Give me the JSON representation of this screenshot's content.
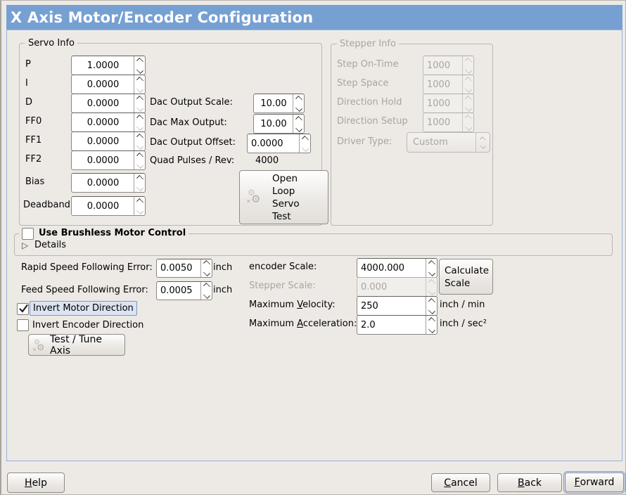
{
  "window": {
    "title": "X Axis Motor/Encoder Configuration"
  },
  "servo": {
    "legend": "Servo Info",
    "rows": [
      {
        "label": "P",
        "value": "1.0000"
      },
      {
        "label": "I",
        "value": "0.0000"
      },
      {
        "label": "D",
        "value": "0.0000"
      },
      {
        "label": "FF0",
        "value": "0.0000"
      },
      {
        "label": "FF1",
        "value": "0.0000"
      },
      {
        "label": "FF2",
        "value": "0.0000"
      },
      {
        "label": "Bias",
        "value": "0.0000"
      },
      {
        "label": "Deadband",
        "value": "0.0000"
      }
    ],
    "dac_rows": [
      {
        "label": "Dac Output Scale:",
        "value": "10.00"
      },
      {
        "label": "Dac Max Output:",
        "value": "10.00"
      },
      {
        "label": "Dac Output Offset:",
        "value": "0.0000"
      }
    ],
    "quad_label": "Quad Pulses / Rev:",
    "quad_value": "4000",
    "open_loop_button": "Open\nLoop\nServo\nTest"
  },
  "stepper": {
    "legend": "Stepper Info",
    "rows": [
      {
        "label": "Step On-Time",
        "value": "1000"
      },
      {
        "label": "Step Space",
        "value": "1000"
      },
      {
        "label": "Direction Hold",
        "value": "1000"
      },
      {
        "label": "Direction Setup",
        "value": "1000"
      }
    ],
    "driver_label": "Driver Type:",
    "driver_value": "Custom"
  },
  "brushless": {
    "title": "Use Brushless Motor Control",
    "checked": false,
    "details": "Details"
  },
  "ferror": {
    "rapid_label": "Rapid Speed Following Error:",
    "rapid_value": "0.0050",
    "rapid_unit": "inch",
    "feed_label": "Feed Speed Following Error:",
    "feed_value": "0.0005",
    "feed_unit": "inch"
  },
  "direction": {
    "invert_motor": "Invert Motor Direction",
    "invert_motor_checked": true,
    "invert_encoder": "Invert Encoder Direction",
    "invert_encoder_checked": false,
    "test_button": "Test / Tune Axis"
  },
  "scale": {
    "encoder_label": "encoder Scale:",
    "encoder_value": "4000.000",
    "calc_button": "Calculate\nScale",
    "stepper_label": "Stepper Scale:",
    "stepper_value": "0.000",
    "vel_label": "Maximum Velocity:",
    "vel_value": "250",
    "vel_unit": "inch / min",
    "acc_label": "Maximum Acceleration:",
    "acc_value": "2.0",
    "acc_unit": "inch / sec²"
  },
  "footer": {
    "help": "Help",
    "cancel": "Cancel",
    "back": "Back",
    "forward": "Forward"
  },
  "colors": {
    "titlebar": "#76a0d2",
    "content_border": "#94b0d8",
    "focus_bg": "#dce4f1",
    "focus_border": "#7b97c5",
    "window_bg": "#edeae6"
  }
}
